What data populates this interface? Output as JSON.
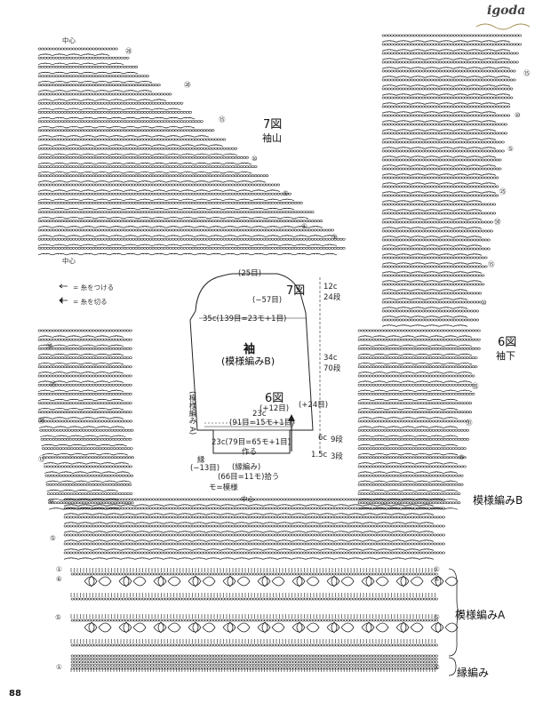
{
  "brand": "igoda",
  "page_number": "88",
  "legend": {
    "attach": "= 糸をつける",
    "cut": "= 糸を切る"
  },
  "sleeve_cap_chart": {
    "figure_label": "7図",
    "name": "袖山",
    "center_top": "中心",
    "center_bottom": "中心",
    "row_markers": [
      "㉖",
      "⑳",
      "⑮",
      "⑩",
      "⑤",
      "①",
      "①"
    ]
  },
  "underarm_chart": {
    "figure_label": "6図",
    "name": "袖下",
    "row_markers": [
      "⑮",
      "⑩",
      "⑤",
      "㉕",
      "㊿",
      "⑮",
      "⑩",
      "㉟",
      "㉛",
      "⑤"
    ]
  },
  "body_chart": {
    "center": "中心",
    "left_row_markers": [
      "㉚",
      "㉕",
      "⑳",
      "⑮",
      "⑩",
      "⑤",
      "①",
      "⑥",
      "⑤",
      "①"
    ],
    "right_row_markers": [
      "①",
      "⑥",
      "⑤",
      "①"
    ]
  },
  "schematic": {
    "title": "袖",
    "subtitle": "(模様編みB)",
    "top_count": "(25目)",
    "fig7": "7図",
    "dec_57": "(−57目)",
    "width_35": "35c(139目=23モ+1目)",
    "fig6": "6図",
    "inc_12": "(+12目)",
    "width_23": "23c",
    "count_91": "(91目=15モ+1目)",
    "count_79": "23c(79目=65モ+1目)",
    "make": "作る",
    "inc_24": "(+24目)",
    "left_pattern_a": "(模様編み A)",
    "left_edge": "縁",
    "minus_13": "(−13目)",
    "border": "(縁編み)",
    "pickup": "(66目=11モ)拾う",
    "motif": "モ=模様",
    "h_12": "12c",
    "h_24": "24段",
    "h_34": "34c",
    "h_70": "70段",
    "h_6": "6c",
    "h_9": "9段",
    "h_15": "1.5c",
    "h_3": "3段"
  },
  "section_labels": {
    "pattern_b": "模様編みB",
    "pattern_a": "模様編みA",
    "border": "縁編み"
  },
  "colors": {
    "ink": "#222222",
    "paper": "#ffffff"
  }
}
